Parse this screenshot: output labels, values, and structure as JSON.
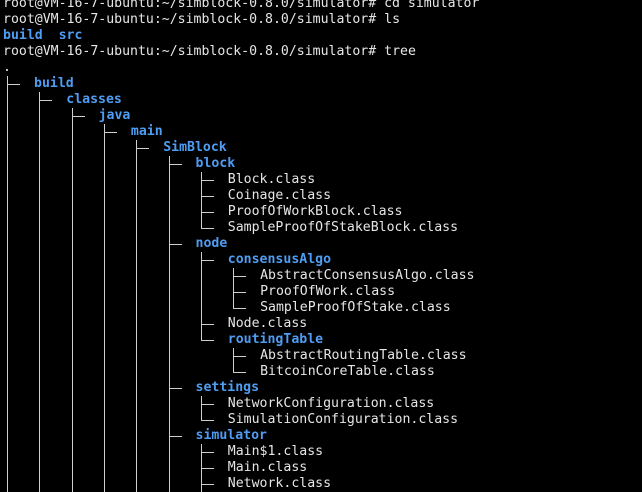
{
  "terminal": {
    "scrolled_line": "root@VM-16-7-ubuntu:~/simblock-0.8.0/simulator# cd simulator",
    "prompt1": "root@VM-16-7-ubuntu:~/simblock-0.8.0/simulator#",
    "command1": "ls",
    "ls_output": [
      "build",
      "src"
    ],
    "prompt2": "root@VM-16-7-ubuntu:~/simblock-0.8.0/simulator#",
    "command2": "tree",
    "tree_root": ".",
    "tree": [
      {
        "name": "build",
        "depth": 0,
        "type": "dir"
      },
      {
        "name": "classes",
        "depth": 1,
        "type": "dir"
      },
      {
        "name": "java",
        "depth": 2,
        "type": "dir"
      },
      {
        "name": "main",
        "depth": 3,
        "type": "dir"
      },
      {
        "name": "SimBlock",
        "depth": 4,
        "type": "dir"
      },
      {
        "name": "block",
        "depth": 5,
        "type": "dir"
      },
      {
        "name": "Block.class",
        "depth": 6,
        "type": "file"
      },
      {
        "name": "Coinage.class",
        "depth": 6,
        "type": "file"
      },
      {
        "name": "ProofOfWorkBlock.class",
        "depth": 6,
        "type": "file"
      },
      {
        "name": "SampleProofOfStakeBlock.class",
        "depth": 6,
        "type": "file"
      },
      {
        "name": "node",
        "depth": 5,
        "type": "dir"
      },
      {
        "name": "consensusAlgo",
        "depth": 6,
        "type": "dir"
      },
      {
        "name": "AbstractConsensusAlgo.class",
        "depth": 7,
        "type": "file"
      },
      {
        "name": "ProofOfWork.class",
        "depth": 7,
        "type": "file"
      },
      {
        "name": "SampleProofOfStake.class",
        "depth": 7,
        "type": "file"
      },
      {
        "name": "Node.class",
        "depth": 6,
        "type": "file"
      },
      {
        "name": "routingTable",
        "depth": 6,
        "type": "dir"
      },
      {
        "name": "AbstractRoutingTable.class",
        "depth": 7,
        "type": "file"
      },
      {
        "name": "BitcoinCoreTable.class",
        "depth": 7,
        "type": "file"
      },
      {
        "name": "settings",
        "depth": 5,
        "type": "dir"
      },
      {
        "name": "NetworkConfiguration.class",
        "depth": 6,
        "type": "file"
      },
      {
        "name": "SimulationConfiguration.class",
        "depth": 6,
        "type": "file"
      },
      {
        "name": "simulator",
        "depth": 5,
        "type": "dir"
      },
      {
        "name": "Main$1.class",
        "depth": 6,
        "type": "file"
      },
      {
        "name": "Main.class",
        "depth": 6,
        "type": "file"
      },
      {
        "name": "Network.class",
        "depth": 6,
        "type": "file"
      }
    ]
  }
}
